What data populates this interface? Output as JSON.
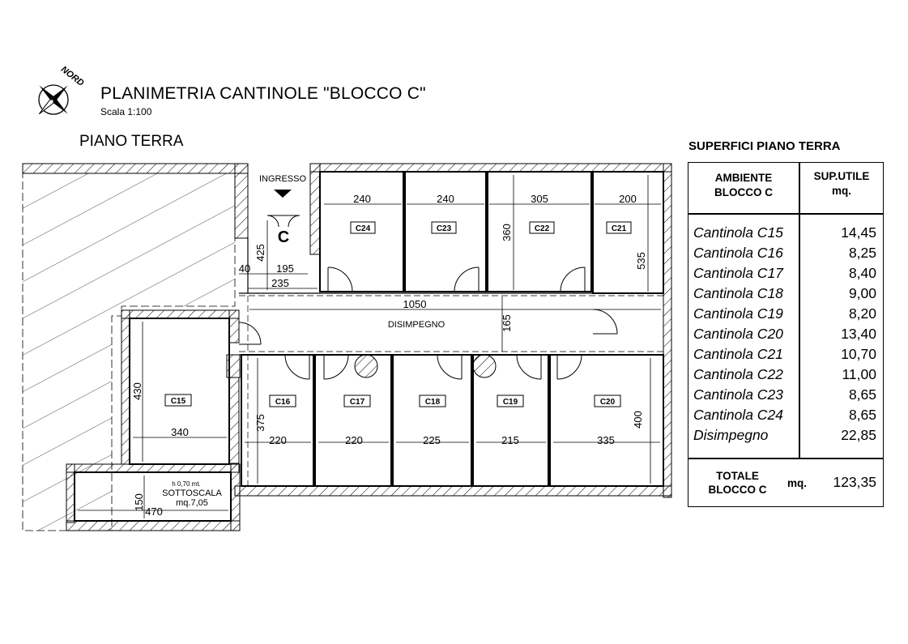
{
  "header": {
    "north": "NORD",
    "title": "PLANIMETRIA CANTINOLE \"BLOCCO C\"",
    "scale": "Scala  1:100",
    "floor": "PIANO TERRA"
  },
  "plan": {
    "entrance": "INGRESSO",
    "block_letter": "C",
    "corridor": "DISIMPEGNO",
    "rooms": [
      "C24",
      "C23",
      "C22",
      "C21",
      "C15",
      "C16",
      "C17",
      "C18",
      "C19",
      "C20"
    ],
    "understair": {
      "height": "h 0,70 mt.",
      "name": "SOTTOSCALA",
      "area": "mq.7,05"
    },
    "dims": {
      "c24_w": "240",
      "c23_w": "240",
      "c22_w": "305",
      "c21_w": "200",
      "c22_h": "360",
      "c21_h": "535",
      "entry_h": "425",
      "d40": "40",
      "d195": "195",
      "d235": "235",
      "d1050": "1050",
      "d165": "165",
      "c15_h": "430",
      "c15_w": "340",
      "c16_h": "375",
      "c16_w": "220",
      "c17_w": "220",
      "c18_w": "225",
      "c19_w": "215",
      "c20_w": "335",
      "c20_h": "400",
      "ss_h": "150",
      "ss_w": "470"
    }
  },
  "table": {
    "title": "SUPERFICI PIANO TERRA",
    "col1": [
      "AMBIENTE",
      "BLOCCO C"
    ],
    "col2": [
      "SUP.UTILE",
      "mq."
    ],
    "rows": [
      {
        "name": "Cantinola C15",
        "value": "14,45"
      },
      {
        "name": "Cantinola C16",
        "value": "8,25"
      },
      {
        "name": "Cantinola C17",
        "value": "8,40"
      },
      {
        "name": "Cantinola C18",
        "value": "9,00"
      },
      {
        "name": "Cantinola C19",
        "value": "8,20"
      },
      {
        "name": "Cantinola C20",
        "value": "13,40"
      },
      {
        "name": "Cantinola C21",
        "value": "10,70"
      },
      {
        "name": "Cantinola C22",
        "value": "11,00"
      },
      {
        "name": "Cantinola C23",
        "value": "8,65"
      },
      {
        "name": "Cantinola C24",
        "value": "8,65"
      },
      {
        "name": "Disimpegno",
        "value": "22,85"
      }
    ],
    "total": {
      "label": [
        "TOTALE",
        "BLOCCO C"
      ],
      "unit": "mq.",
      "value": "123,35"
    }
  }
}
